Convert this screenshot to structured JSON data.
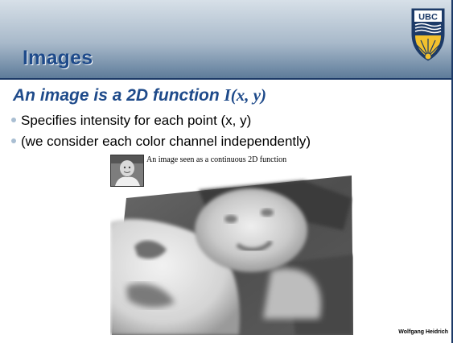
{
  "slide": {
    "title": "Images",
    "subtitle_text": "An image is a 2D function ",
    "subtitle_function": "I(x, y)",
    "bullets": [
      "Specifies intensity for each point (x, y)",
      "(we consider each color channel independently)"
    ],
    "figure_caption": "An image seen as a continuous 2D function",
    "author": "Wolfgang Heidrich",
    "logo_text": "UBC"
  },
  "colors": {
    "title": "#1e4a8a",
    "header_top": "#d7e0e8",
    "header_bottom": "#5e7c9a",
    "rule": "#1c3a67",
    "bullet": "#a9bed2",
    "logo_navy": "#1c3a67",
    "logo_gold": "#f2c12e"
  }
}
